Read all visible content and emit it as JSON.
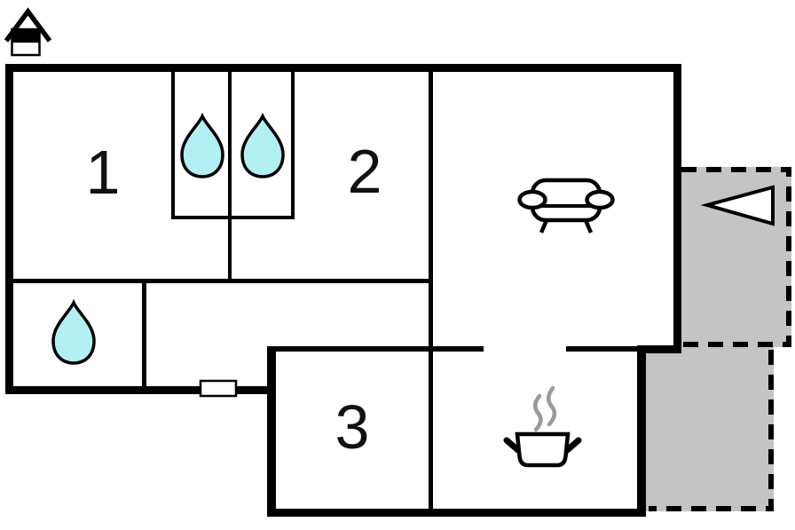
{
  "floorplan": {
    "rooms": [
      {
        "label": "1"
      },
      {
        "label": "2"
      },
      {
        "label": "3"
      }
    ],
    "water_drop_count": 3,
    "icons": [
      "house-icon",
      "water-drop-icon",
      "sofa-icon",
      "cooking-pot-icon",
      "steam-icon",
      "entrance-arrow-icon",
      "window-marker"
    ],
    "colors": {
      "wall": "#000000",
      "terrace_fill": "#c4c4c4",
      "water_drop_fill": "#b2eff2",
      "steam": "#9a9a9a",
      "icon_fill": "#ffffff",
      "background": "#ffffff"
    }
  }
}
